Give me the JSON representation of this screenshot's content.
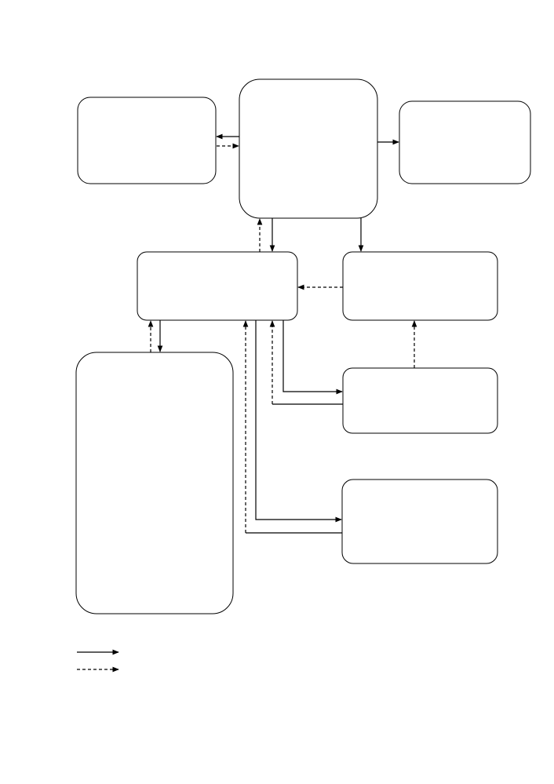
{
  "diagram": {
    "nodes": [
      {
        "id": "top-left",
        "label": ""
      },
      {
        "id": "top-center",
        "label": ""
      },
      {
        "id": "top-right",
        "label": ""
      },
      {
        "id": "middle-left",
        "label": ""
      },
      {
        "id": "middle-right",
        "label": ""
      },
      {
        "id": "lower-right-1",
        "label": ""
      },
      {
        "id": "lower-right-2",
        "label": ""
      },
      {
        "id": "bottom-left-tall",
        "label": ""
      }
    ],
    "edge_styles": [
      "solid",
      "dashed"
    ],
    "legend": [
      {
        "style": "solid",
        "label": ""
      },
      {
        "style": "dashed",
        "label": ""
      }
    ]
  },
  "colors": {
    "stroke": "#000000",
    "background": "#ffffff"
  }
}
